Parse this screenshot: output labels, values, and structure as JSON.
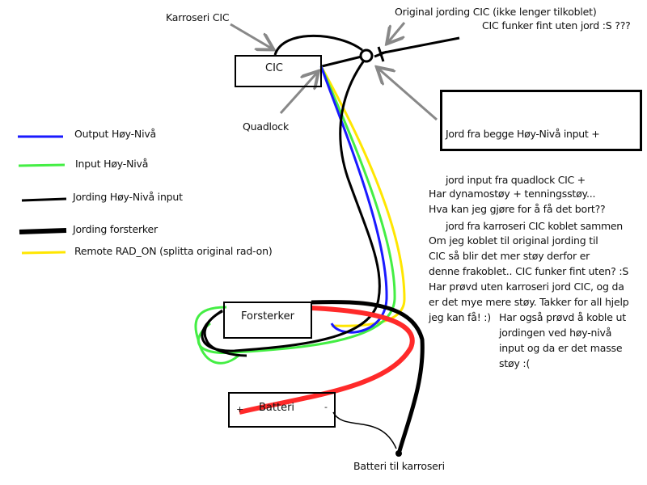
{
  "colors": {
    "output_hoy_niva": "#1a1aff",
    "input_hoy_niva": "#44ee44",
    "jording_hoy_niva": "#000000",
    "jording_forsterker": "#000000",
    "remote_rad_on": "#ffe600",
    "power": "#ff2a2a",
    "arrow": "#888888"
  },
  "components": {
    "cic": "CIC",
    "forsterker": "Forsterker",
    "batteri": "Batteri",
    "batteri_plus": "+",
    "batteri_minus": "-"
  },
  "labels": {
    "karroseri_cic": "Karroseri CIC",
    "original_jording": "Original jording CIC (ikke lenger tilkoblet)",
    "cic_funker": "CIC funker fint uten jord :S ???",
    "quadlock": "Quadlock",
    "batteri_til_karroseri": "Batteri til karroseri"
  },
  "callout": {
    "lines": [
      "Jord fra begge Høy-Nivå input +",
      "jord input fra quadlock CIC +",
      "jord fra karroseri CIC koblet sammen"
    ]
  },
  "legend": [
    {
      "label": "Output Høy-Nivå",
      "wire": "output_hoy_niva"
    },
    {
      "label": "Input Høy-Nivå",
      "wire": "input_hoy_niva"
    },
    {
      "label": "Jording Høy-Nivå input",
      "wire": "jording_hoy_niva"
    },
    {
      "label": "Jording forsterker",
      "wire": "jording_forsterker"
    },
    {
      "label": "Remote RAD_ON (splitta original rad-on)",
      "wire": "remote_rad_on"
    }
  ],
  "notes": {
    "question": "Har dynamostøy + tenningsstøy...\nHva kan jeg gjøre for å få det bort??",
    "paragraph": "Om jeg koblet til original jording til\nCIC så blir det mer støy derfor er\ndenne frakoblet.. CIC funker fint uten? :S\nHar prøvd uten karroseri jord CIC, og da\ner det mye mere støy. Takker for all hjelp\njeg kan få! :)",
    "extra": "Har også prøvd å koble ut\njordingen ved høy-nivå\ninput og da er det masse\nstøy :("
  }
}
